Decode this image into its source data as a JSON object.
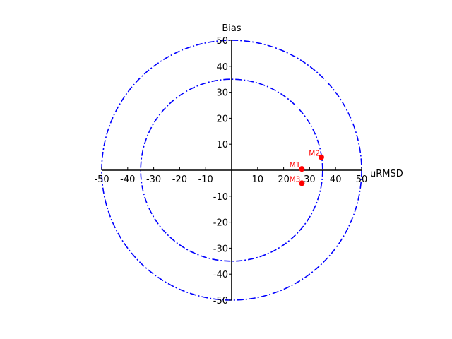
{
  "chart_data": {
    "type": "scatter",
    "title": "",
    "xlabel": "uRMSD",
    "ylabel": "Bias",
    "xlim": [
      -50,
      50
    ],
    "ylim": [
      -50,
      50
    ],
    "x_ticks": [
      -50,
      -40,
      -30,
      -20,
      -10,
      10,
      20,
      30,
      40,
      50
    ],
    "y_ticks": [
      50,
      40,
      30,
      20,
      10,
      -10,
      -20,
      -30,
      -40,
      -50
    ],
    "grid": false,
    "circles": [
      {
        "radius": 50,
        "style": "dash-dot",
        "color": "#0000ff"
      },
      {
        "radius": 35,
        "style": "dash-dot",
        "color": "#0000ff"
      }
    ],
    "points": [
      {
        "label": "M1",
        "x": 27,
        "y": 0.5
      },
      {
        "label": "M2",
        "x": 34.5,
        "y": 5
      },
      {
        "label": "M3",
        "x": 27,
        "y": -5
      }
    ],
    "point_color": "#ff0000",
    "axis_color": "#000000"
  }
}
